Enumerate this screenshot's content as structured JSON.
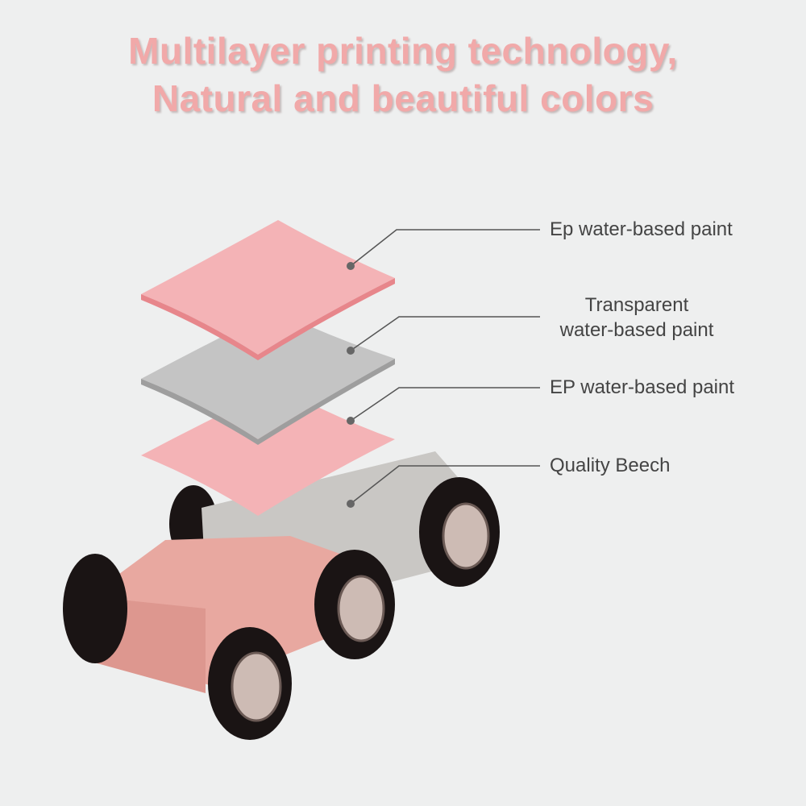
{
  "title": {
    "line1": "Multilayer printing technology,",
    "line2": "Natural and beautiful colors"
  },
  "labels": {
    "layer1": "Ep water-based paint",
    "layer2_line1": "Transparent",
    "layer2_line2": "water-based paint",
    "layer3": "EP water-based paint",
    "layer4": "Quality Beech"
  },
  "colors": {
    "title": "#f1a9a9",
    "paint": "#f4b3b6",
    "transparent": "#c4c4c4",
    "wood": "#c9c7c4",
    "front": "#e8a8a0"
  }
}
